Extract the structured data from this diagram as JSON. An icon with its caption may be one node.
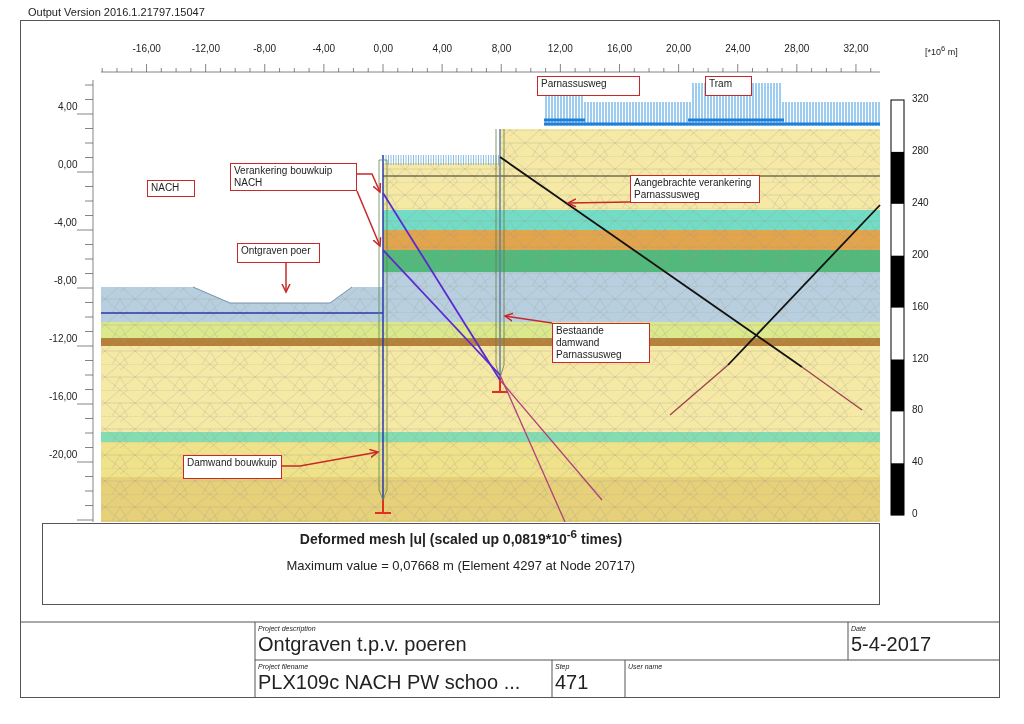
{
  "diagram": {
    "title": "Deformed mesh |u| (scaled up 0,0819*10$^{-6}$ times)",
    "nodes": [
      {
        "text": [
          "Parnassusweg"
        ]
      },
      {
        "text": [
          "Tram"
        ]
      },
      {
        "text": [
          "Verankering bouwkuip NACH"
        ]
      },
      {
        "text": [
          "NACH"
        ]
      },
      {
        "text": [
          "Aangebrachte verankering Parnassusweg"
        ]
      },
      {
        "text": [
          "Ontgraven poer"
        ]
      },
      {
        "text": [
          "Bestaande damwand Parnassusweg"
        ]
      },
      {
        "text": [
          "Damwand bouwkuip"
        ]
      }
    ],
    "edges": [
      {
        "from": 2,
        "to": null,
        "arrow": "to"
      },
      {
        "from": 2,
        "to": null,
        "arrow": "to"
      },
      {
        "from": 4,
        "to": null,
        "arrow": "to"
      },
      {
        "from": 5,
        "to": null,
        "arrow": "to"
      },
      {
        "from": 6,
        "to": null,
        "arrow": "to"
      },
      {
        "from": 7,
        "to": null,
        "arrow": "to"
      }
    ],
    "labels": [
      "Output Version 2016.1.21797.15047",
      "-16,00",
      "-12,00",
      "-8,00",
      "-4,00",
      "0,00",
      "4,00",
      "8,00",
      "12,00",
      "16,00",
      "20,00",
      "24,00",
      "28,00",
      "32,00",
      "[*10$^{6}$ m]",
      "4,00",
      "0,00",
      "-4,00",
      "-8,00",
      "-12,00",
      "-16,00",
      "-20,00",
      "320",
      "280",
      "240",
      "200",
      "160",
      "120",
      "80",
      "40",
      "0",
      "Maximum value = 0,07668 m (Element 4297 at Node 20717)",
      "Project description",
      "Ontgraven t.p.v. poeren",
      "Date",
      "5-4-2017",
      "Project filename",
      "PLX109c NACH PW schoo ...",
      "Step",
      "471",
      "User name"
    ]
  }
}
